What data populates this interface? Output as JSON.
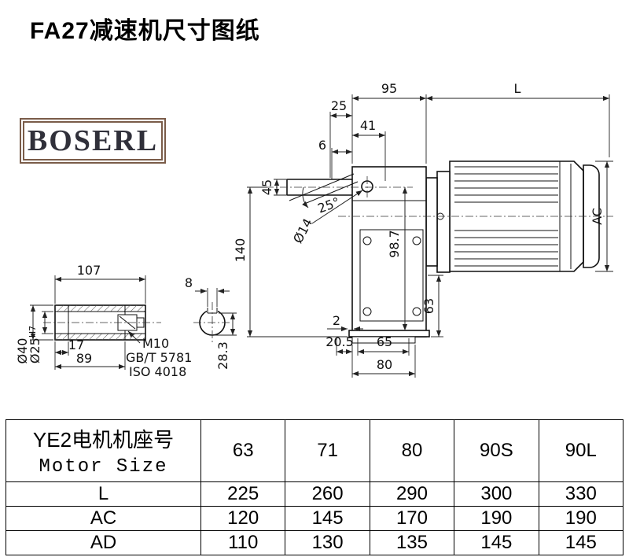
{
  "page": {
    "title": "FA27减速机尺寸图纸"
  },
  "logo": {
    "text": "BOSERL"
  },
  "colors": {
    "line": "#111111",
    "logo_border": "#7a5c49",
    "logo_text": "#30303a",
    "background": "#ffffff"
  },
  "drawing": {
    "main_dims": {
      "w95": "95",
      "w25": "25",
      "L": "L",
      "w41": "41",
      "w6": "6",
      "h45": "45",
      "angle25": "25°",
      "dia14": "Ø14",
      "h140": "140",
      "h98_7": "98.7",
      "AC": "AC",
      "h63": "63",
      "b2": "2",
      "b20_5": "20.5",
      "b65": "65",
      "b80": "80"
    },
    "shaft_dims": {
      "w107": "107",
      "key8": "8",
      "w17": "17",
      "w89": "89",
      "m10": "M10",
      "gb": "GB/T 5781",
      "iso": "ISO 4018",
      "dia40": "Ø40",
      "dia25": "Ø25",
      "dia25_tol": "H7",
      "k28_3": "28.3"
    }
  },
  "table": {
    "header_cn": "YE2电机机座号",
    "header_en": "Motor Size",
    "columns": [
      "63",
      "71",
      "80",
      "90S",
      "90L"
    ],
    "rows": [
      {
        "label": "L",
        "values": [
          "225",
          "260",
          "290",
          "300",
          "330"
        ]
      },
      {
        "label": "AC",
        "values": [
          "120",
          "145",
          "170",
          "190",
          "190"
        ]
      },
      {
        "label": "AD",
        "values": [
          "110",
          "130",
          "135",
          "145",
          "145"
        ]
      }
    ]
  }
}
